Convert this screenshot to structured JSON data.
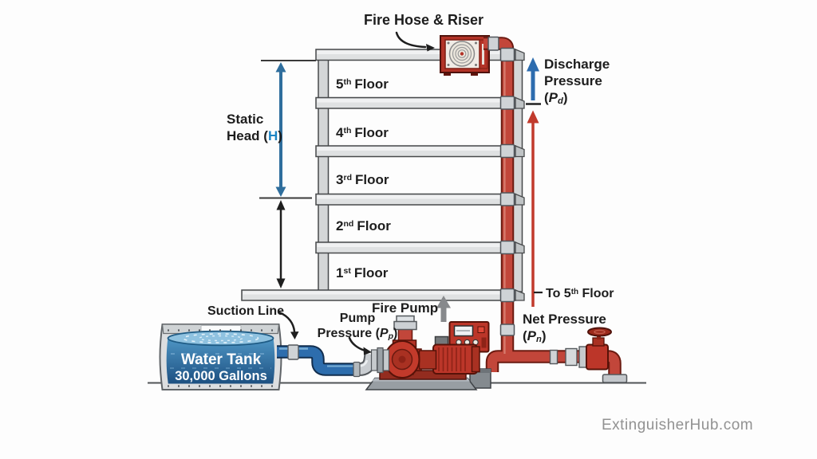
{
  "title_label": "Fire Hose & Riser",
  "building": {
    "floors": [
      {
        "num": "5",
        "ord": "th",
        "word": "Floor"
      },
      {
        "num": "4",
        "ord": "th",
        "word": "Floor"
      },
      {
        "num": "3",
        "ord": "rd",
        "word": "Floor"
      },
      {
        "num": "2",
        "ord": "nd",
        "word": "Floor"
      },
      {
        "num": "1",
        "ord": "st",
        "word": "Floor"
      }
    ]
  },
  "annotations": {
    "static_head": {
      "line1": "Static",
      "line2_pre": "Head (",
      "var": "H",
      "line2_post": ")"
    },
    "discharge": {
      "line1": "Discharge",
      "line2": "Pressure",
      "formula": {
        "open": "(",
        "var": "P",
        "sub": "d",
        "close": ")"
      }
    },
    "to_fifth": {
      "pre": "To 5",
      "sup": "th",
      "post": " Floor"
    },
    "net_pressure": {
      "line1": "Net Pressure",
      "formula": {
        "open": "(",
        "var": "P",
        "sub": "n",
        "close": ")"
      }
    },
    "pump_pressure": {
      "line1": "Pump",
      "line2_pre": "Pressure (",
      "var": "P",
      "sub": "p",
      "close": ")"
    },
    "fire_pump": "Fire Pump",
    "suction_line": "Suction Line"
  },
  "tank": {
    "name": "Water Tank",
    "capacity": "30,000 Gallons"
  },
  "watermark": "ExtinguisherHub.com",
  "colors": {
    "pipe_red": "#c2463a",
    "pipe_red_dark": "#6b1a10",
    "pump_red": "#bc3629",
    "net_pressure_arrow_red": "#c13a2c",
    "discharge_arrow_blue": "#2d6cae",
    "static_head_arrow_blue": "#2f6e9d",
    "head_variable_blue": "#1b84c4",
    "suction_pipe_blue": "#2d6dad",
    "water_blue_top": "#4f97c6",
    "water_blue_bottom": "#1d5081",
    "steel_gray": "#cfd3d6",
    "slab_gray": "#dfe1e2",
    "text_dark": "#1d1d1d",
    "watermark_gray": "#929292"
  }
}
